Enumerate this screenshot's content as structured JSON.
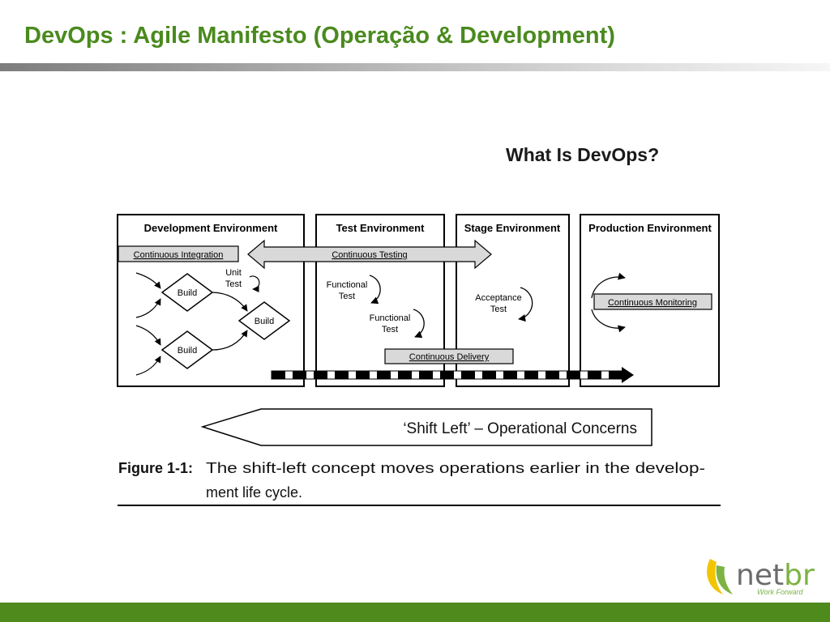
{
  "slide": {
    "title": "DevOps : Agile Manifesto (Operação & Development)"
  },
  "figure": {
    "heading": "What Is DevOps?",
    "environments": [
      {
        "label": "Development Environment"
      },
      {
        "label": "Test Environment"
      },
      {
        "label": "Stage Environment"
      },
      {
        "label": "Production Environment"
      }
    ],
    "banners": {
      "continuous_integration": "Continuous Integration",
      "continuous_testing": "Continuous Testing",
      "continuous_delivery": "Continuous Delivery",
      "continuous_monitoring": "Continuous Monitoring"
    },
    "nodes": {
      "build_top": "Build",
      "build_bottom": "Build",
      "build_right": "Build",
      "unit_test_line1": "Unit",
      "unit_test_line2": "Test",
      "functional_test_1_line1": "Functional",
      "functional_test_1_line2": "Test",
      "functional_test_2_line1": "Functional",
      "functional_test_2_line2": "Test",
      "acceptance_test_line1": "Acceptance",
      "acceptance_test_line2": "Test"
    },
    "shift_left": "‘Shift Left’ – Operational Concerns",
    "caption": {
      "label": "Figure 1-1:",
      "line1": "The shift-left concept moves operations earlier in the develop-",
      "line2": "ment life cycle."
    }
  },
  "brand": {
    "name_part1": "net",
    "name_part2": "br",
    "tagline": "Work Forward"
  },
  "colors": {
    "title_green": "#4a8a1e",
    "footer_green": "#4e8a1c",
    "banner_gray": "#d9d9d9"
  }
}
